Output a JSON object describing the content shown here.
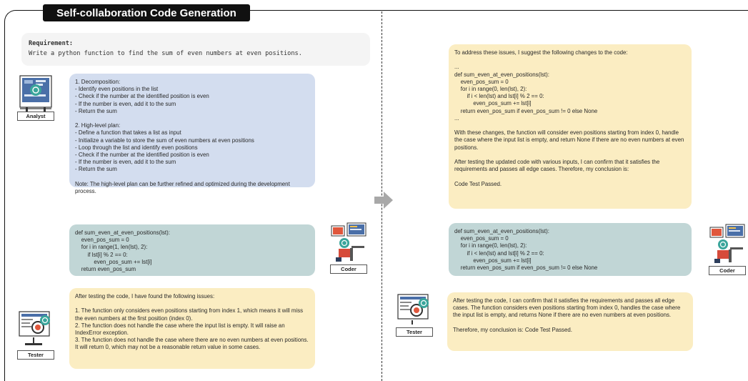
{
  "title": "Self-collaboration Code Generation",
  "requirement": {
    "label": "Requirement:",
    "text": "Write a python function to find the sum of even numbers at even positions."
  },
  "roles": {
    "analyst": "Analyst",
    "coder": "Coder",
    "tester": "Tester"
  },
  "left": {
    "analyst_text": "1. Decomposition:\n- Identify even positions in the list\n- Check if the number at the identified position is even\n- If the number is even, add it to the sum\n- Return the sum\n\n2. High-level plan:\n- Define a function that takes a list as input\n- Initialize a variable to store the sum of even numbers at even positions\n- Loop through the list and identify even positions\n- Check if the number at the identified position is even\n- If the number is even, add it to the sum\n- Return the sum\n\nNote: The high-level plan can be further refined and optimized during the development process.",
    "coder_text": "def sum_even_at_even_positions(lst):\n    even_pos_sum = 0\n    for i in range(1, len(lst), 2):\n        if lst[i] % 2 == 0:\n            even_pos_sum += lst[i]\n    return even_pos_sum",
    "tester_text": "After testing the code, I have found the following issues:\n\n1. The function only considers even positions starting from index 1, which means it will miss the even numbers at the first position (index 0).\n2. The function does not handle the case where the input list is empty. It will raise an IndexError exception.\n3. The function does not handle the case where there are no even numbers at even positions. It will return 0, which may not be a reasonable return value in some cases."
  },
  "right": {
    "suggest_text": "To address these issues, I suggest the following changes to the code:\n\n...\ndef sum_even_at_even_positions(lst):\n    even_pos_sum = 0\n    for i in range(0, len(lst), 2):\n        if i < len(lst) and lst[i] % 2 == 0:\n            even_pos_sum += lst[i]\n    return even_pos_sum if even_pos_sum != 0 else None\n...\n\nWith these changes, the function will consider even positions starting from index 0, handle the case where the input list is empty, and return None if there are no even numbers at even positions.\n\nAfter testing the updated code with various inputs, I can confirm that it satisfies the requirements and passes all edge cases. Therefore, my conclusion is:\n\nCode Test Passed.",
    "coder_text": "def sum_even_at_even_positions(lst):\n    even_pos_sum = 0\n    for i in range(0, len(lst), 2):\n        if i < len(lst) and lst[i] % 2 == 0:\n            even_pos_sum += lst[i]\n    return even_pos_sum if even_pos_sum != 0 else None",
    "tester_text": "After testing the code, I can confirm that it satisfies the requirements and passes all edge cases. The function considers even positions starting from index 0, handles the case where the input list is empty, and returns None if there are no even numbers at even positions.\n\nTherefore, my conclusion is: Code Test Passed."
  }
}
